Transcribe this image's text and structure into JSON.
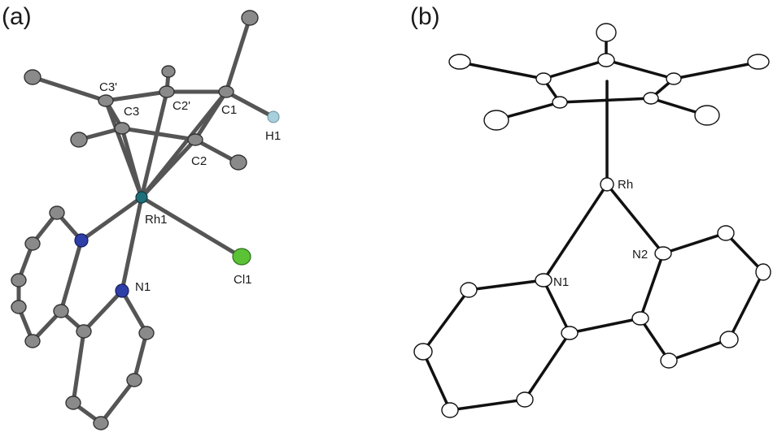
{
  "panels": {
    "a": {
      "label": "(a)",
      "atom_labels": {
        "c3p": "C3'",
        "c2p": "C2'",
        "c1": "C1",
        "c3": "C3",
        "c2": "C2",
        "h1": "H1",
        "rh1": "Rh1",
        "n1": "N1",
        "cl1": "Cl1"
      }
    },
    "b": {
      "label": "(b)",
      "atom_labels": {
        "rh": "Rh",
        "n1": "N1",
        "n2": "N2"
      }
    }
  },
  "colors": {
    "carbon_a": "#8a8a8a",
    "rhodium": "#1f6f7a",
    "nitrogen": "#2f3fa8",
    "chlorine": "#5bc236",
    "hydrogen": "#a8d0dc",
    "bond_a": "#555555",
    "bond_b": "#111111"
  }
}
